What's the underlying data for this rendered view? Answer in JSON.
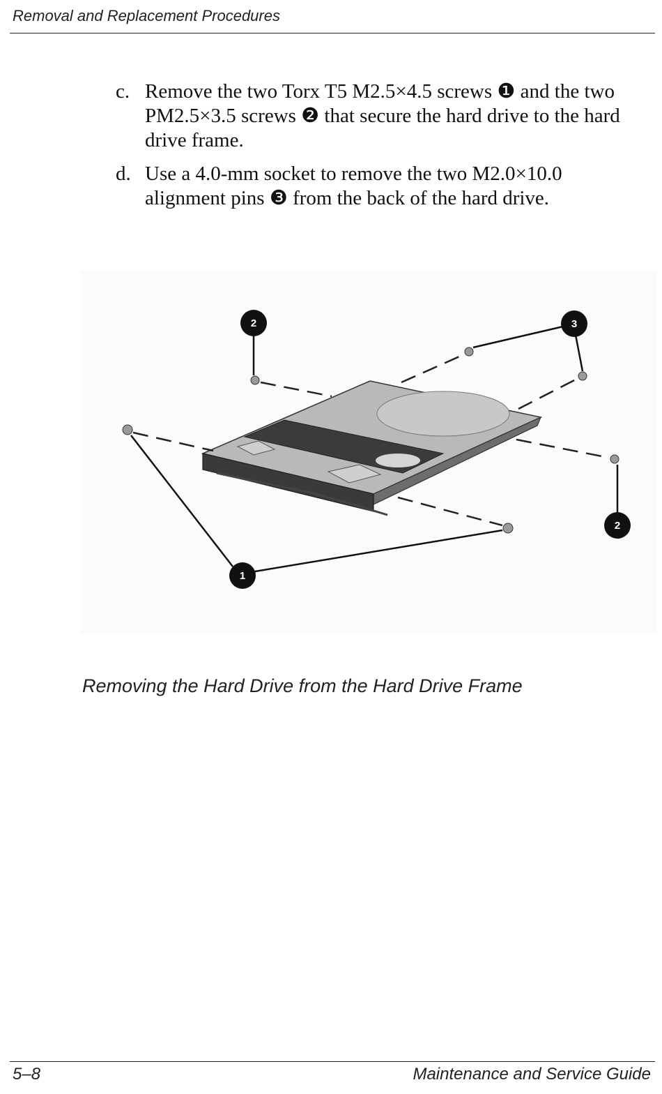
{
  "header": {
    "title": "Removal and Replacement Procedures"
  },
  "steps": [
    {
      "letter": "c.",
      "text": "Remove the two Torx T5 M2.5×4.5 screws ❶ and the two PM2.5×3.5 screws ❷ that secure the hard drive to the hard drive frame."
    },
    {
      "letter": "d.",
      "text": "Use a 4.0-mm socket to remove the two M2.0×10.0 alignment pins ❸ from the back of the hard drive."
    }
  ],
  "figure": {
    "callouts": [
      "1",
      "2",
      "2",
      "3"
    ],
    "caption": "Removing the Hard Drive from the Hard Drive Frame"
  },
  "footer": {
    "page": "5–8",
    "guide": "Maintenance and Service Guide"
  }
}
